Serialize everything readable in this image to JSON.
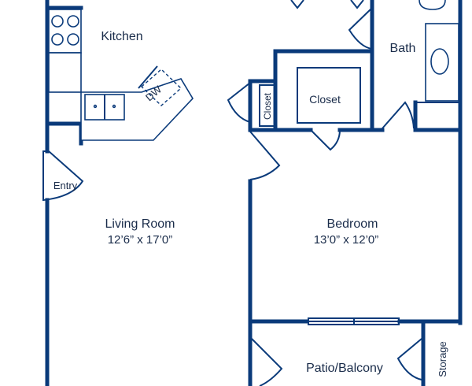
{
  "rooms": {
    "kitchen": {
      "label": "Kitchen"
    },
    "bath": {
      "label": "Bath"
    },
    "closet_small": {
      "label": "Closet"
    },
    "closet_main": {
      "label": "Closet"
    },
    "living_room": {
      "label": "Living Room",
      "dimensions": "12’6” x 17’0”"
    },
    "bedroom": {
      "label": "Bedroom",
      "dimensions": "13’0” x 12’0”"
    },
    "patio": {
      "label": "Patio/Balcony"
    },
    "storage": {
      "label": "Storage"
    }
  },
  "fixtures": {
    "dishwasher": "DW"
  },
  "entry": {
    "label": "Entry"
  },
  "colors": {
    "wall": "#0a3a7a",
    "text": "#1a2c4a",
    "background": "#ffffff"
  }
}
